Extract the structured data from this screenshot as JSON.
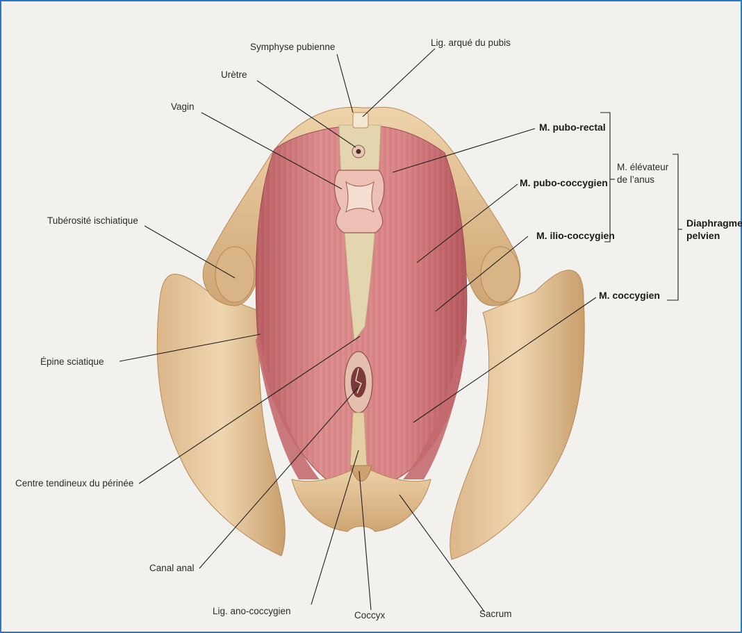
{
  "labels_left": {
    "symphyse": "Symphyse pubienne",
    "uretre": "Urètre",
    "vagin": "Vagin",
    "tuberosite": "Tubérosité ischiatique",
    "epine": "Épine sciatique",
    "centre": "Centre tendineux du périnée",
    "canal": "Canal anal",
    "lig_ano": "Lig. ano-coccygien",
    "coccyx": "Coccyx",
    "sacrum": "Sacrum"
  },
  "labels_right": {
    "lig_arque": "Lig. arqué du pubis",
    "pubo_rectal": "M. pubo-rectal",
    "pubo_coccygien": "M. pubo-coccygien",
    "ilio_coccygien": "M. ilio-coccygien",
    "coccygien": "M. coccygien",
    "elevateur_line1": "M. élévateur",
    "elevateur_line2": "de l’anus",
    "diaphragme_line1": "Diaphragme",
    "diaphragme_line2": "pelvien"
  },
  "colors": {
    "bone": "#e3c49a",
    "bone_shadow": "#c59a68",
    "muscle": "#d9878a",
    "muscle_dark": "#b95e63",
    "tendon": "#e6d7b0",
    "background": "#f2f1ee",
    "frame": "#2a78c8"
  }
}
